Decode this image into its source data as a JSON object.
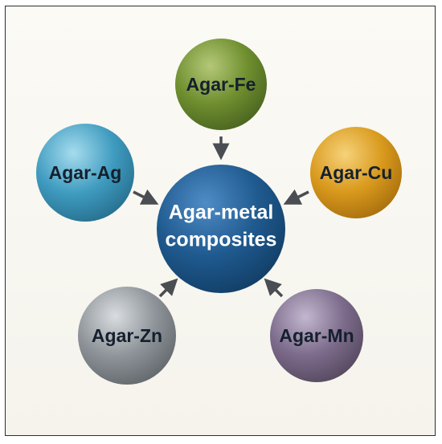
{
  "center": {
    "line1": "Agar-metal",
    "line2": "composites",
    "color": "#1f5a8f"
  },
  "nodes": [
    {
      "id": "fe",
      "label": "Agar-Fe",
      "color": "#6f8f2f",
      "icon": "sphere"
    },
    {
      "id": "ag",
      "label": "Agar-Ag",
      "color": "#3f9cc0",
      "icon": "sphere"
    },
    {
      "id": "cu",
      "label": "Agar-Cu",
      "color": "#d99a1d",
      "icon": "sphere"
    },
    {
      "id": "zn",
      "label": "Agar-Zn",
      "color": "#8e9499",
      "icon": "sphere"
    },
    {
      "id": "mn",
      "label": "Agar-Mn",
      "color": "#7d6c8c",
      "icon": "sphere"
    }
  ],
  "arrow_color": "#4a4d52"
}
